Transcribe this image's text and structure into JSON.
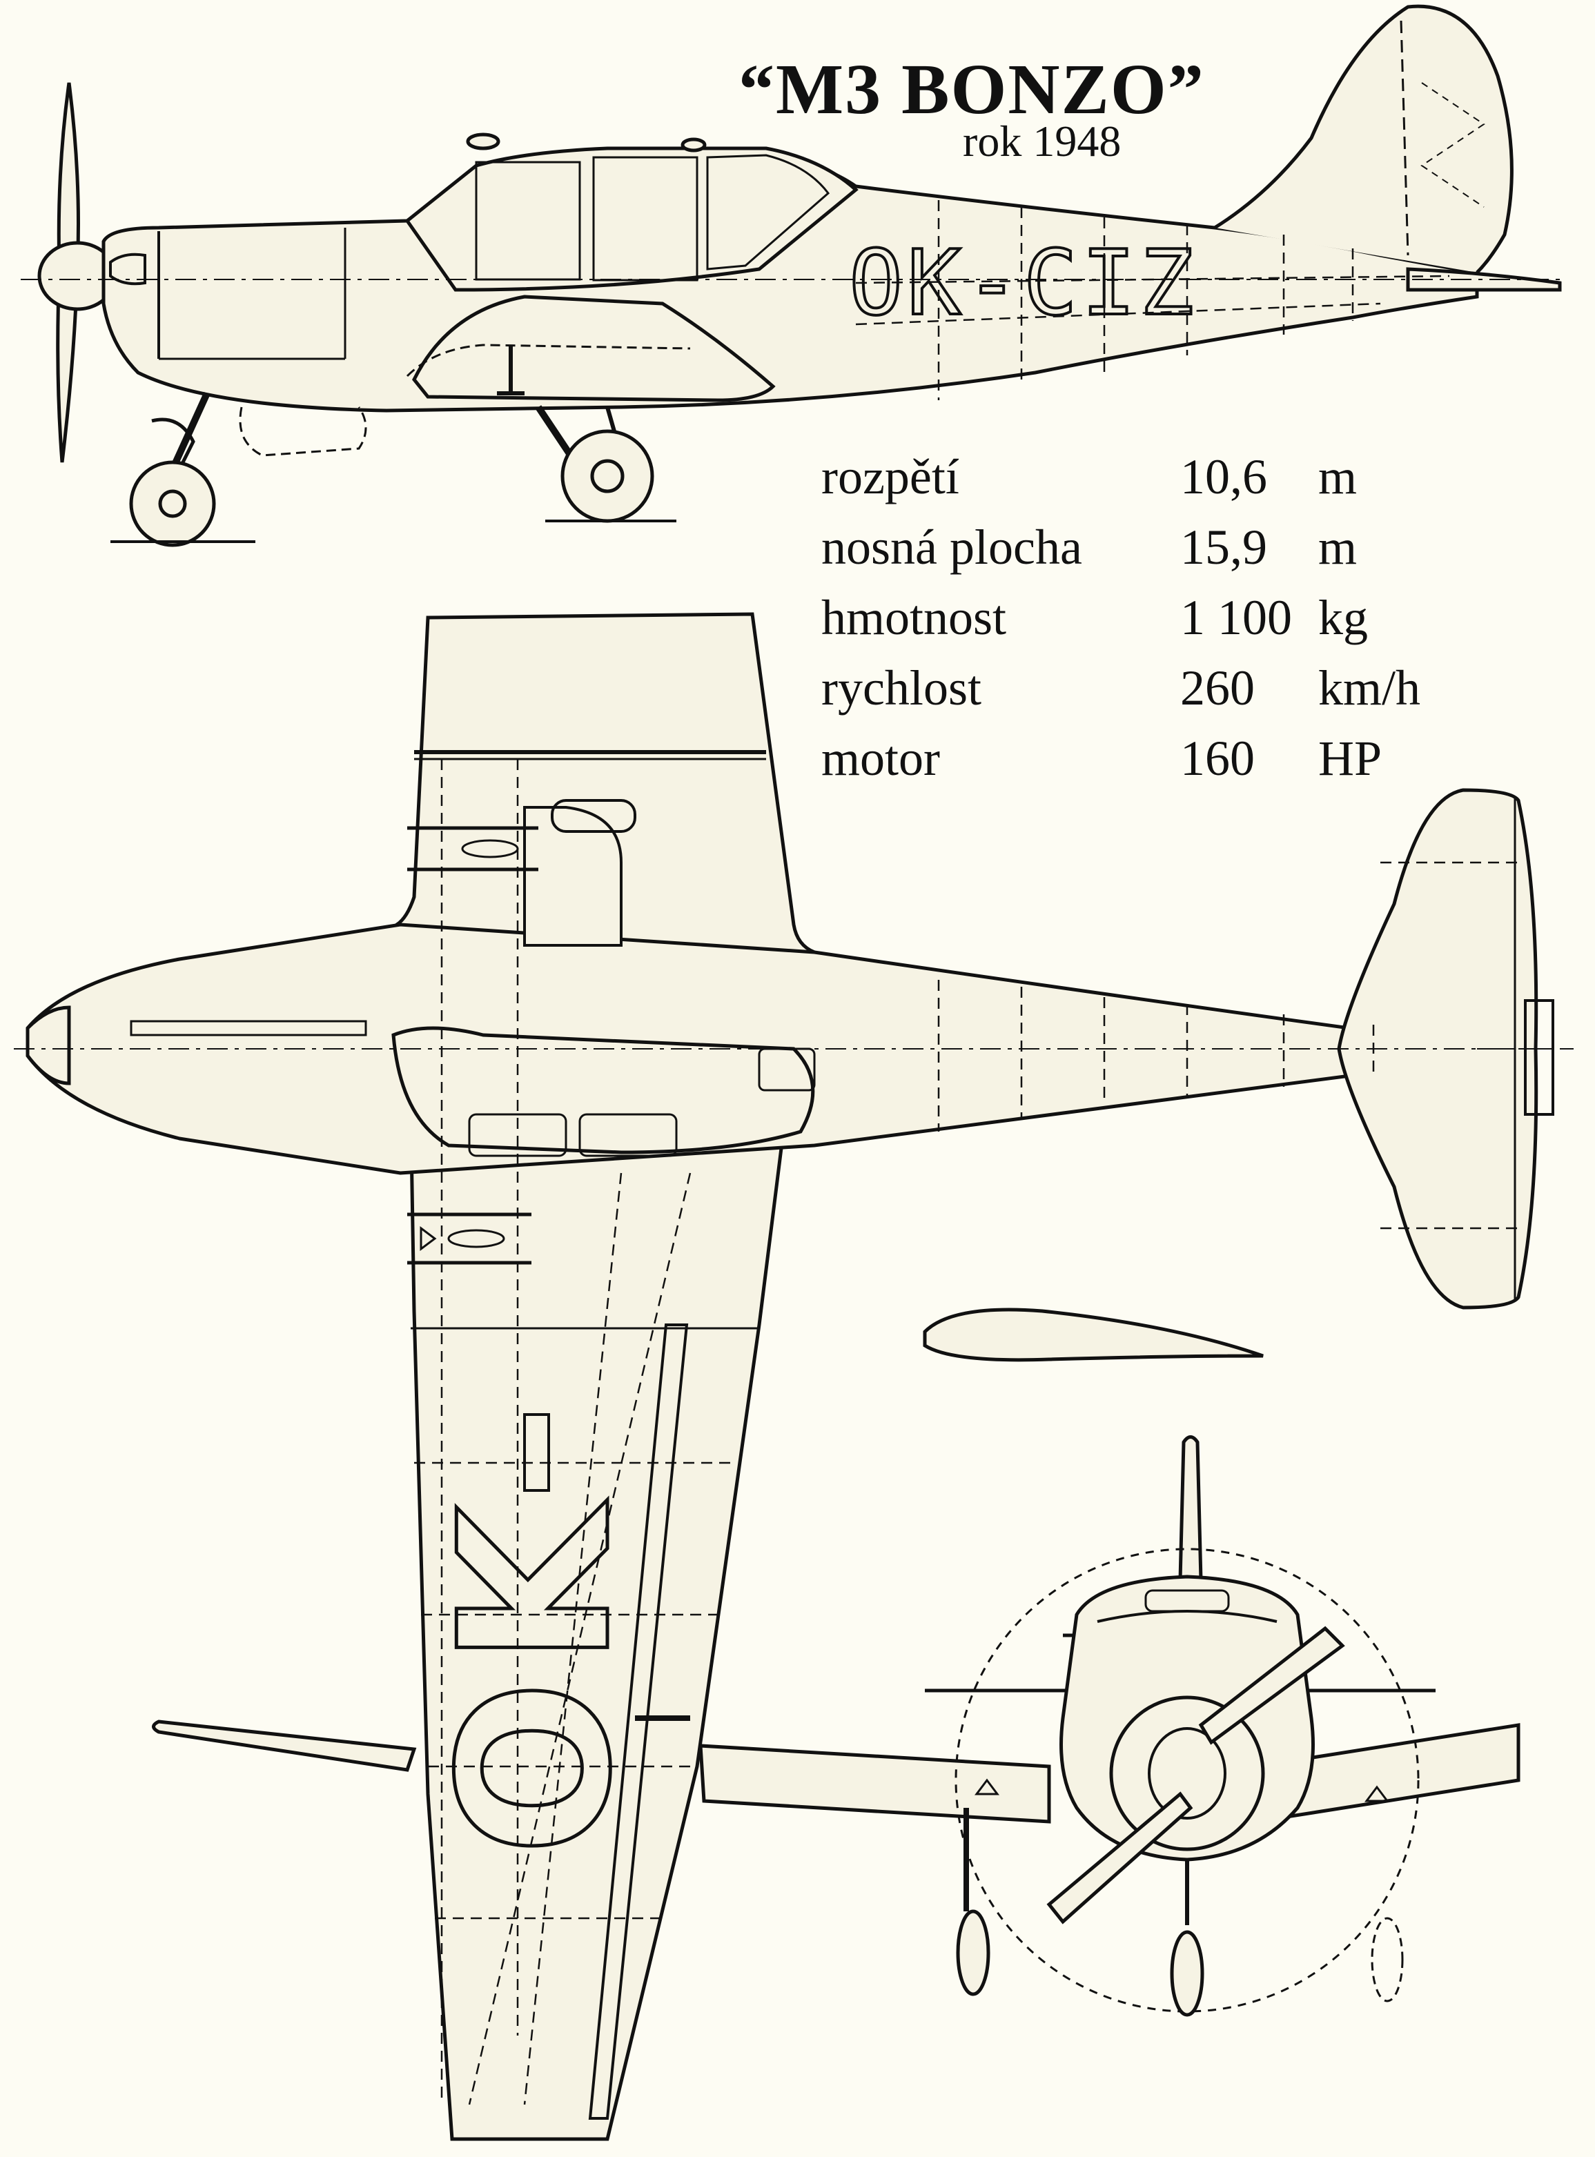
{
  "title": "“M3  BONZO”",
  "subtitle": "rok 1948",
  "registration_side": "OK-CIZ",
  "registration_wing": "OK",
  "specs": [
    {
      "label": "rozpětí",
      "value": "10,6",
      "unit": "m"
    },
    {
      "label": "nosná plocha",
      "value": "15,9",
      "unit": "m"
    },
    {
      "label": "hmotnost",
      "value": "1 100",
      "unit": "kg"
    },
    {
      "label": "rychlost",
      "value": "260",
      "unit": "km/h"
    },
    {
      "label": "motor",
      "value": "160",
      "unit": "HP"
    }
  ],
  "colors": {
    "paper": "#fdfcf3",
    "ink": "#111111",
    "fill": "#f6f3e4"
  }
}
